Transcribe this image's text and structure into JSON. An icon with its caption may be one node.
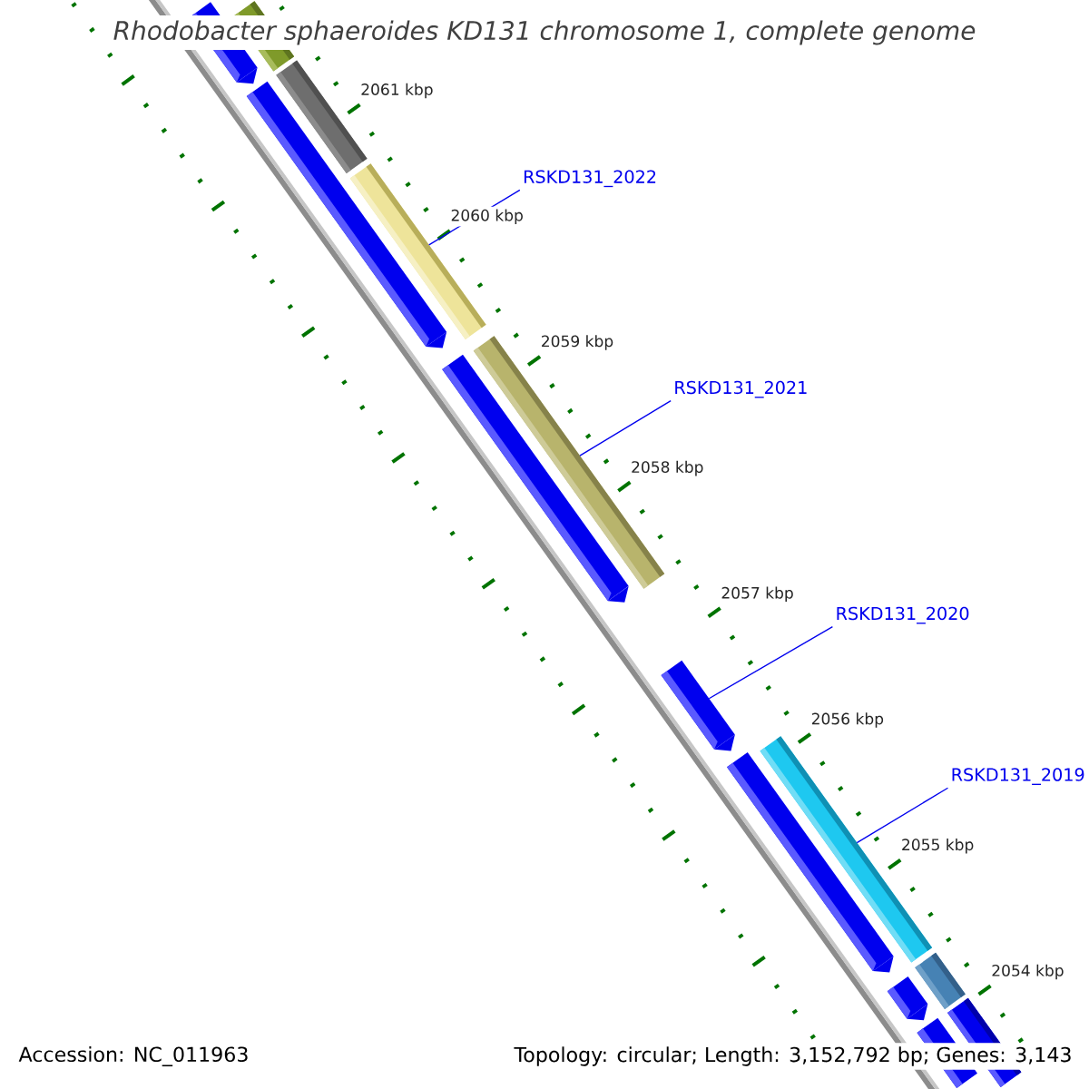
{
  "diagram": {
    "title": "*Rhodobacter sphaeroides* KD131 chromosome 1, complete genome",
    "nodes": [
      {
        "text": [
          "RSKD131_2022"
        ]
      },
      {
        "text": [],
        "shape": "bar"
      },
      {
        "text": [
          "RSKD131_2021"
        ]
      },
      {
        "text": [],
        "shape": "bar"
      },
      {
        "text": [
          "RSKD131_2020"
        ]
      },
      {
        "text": [],
        "shape": "arrow"
      },
      {
        "text": [
          "RSKD131_2019"
        ]
      },
      {
        "text": [],
        "shape": "bar"
      },
      {
        "text": [],
        "shape": "bar"
      },
      {
        "text": [],
        "shape": "arrow"
      },
      {
        "text": [],
        "shape": "bar"
      },
      {
        "text": [],
        "shape": "arrow"
      },
      {
        "text": [],
        "shape": "arrow"
      },
      {
        "text": [],
        "shape": "arrow"
      },
      {
        "text": [],
        "shape": "arrow"
      },
      {
        "text": [],
        "shape": "bar"
      },
      {
        "text": [],
        "shape": "bar"
      },
      {
        "text": [],
        "shape": "bar"
      }
    ],
    "edges": [
      {
        "from": 0,
        "to": 1,
        "arrow": "none"
      },
      {
        "from": 2,
        "to": 3,
        "arrow": "none"
      },
      {
        "from": 4,
        "to": 5,
        "arrow": "none"
      },
      {
        "from": 6,
        "to": 7,
        "arrow": "none"
      }
    ],
    "labels": [
      "2061 kbp",
      "2060 kbp",
      "2059 kbp",
      "2058 kbp",
      "2057 kbp",
      "2056 kbp",
      "2055 kbp",
      "2054 kbp",
      "Accession: NC_011963",
      "Topology: circular; Length: 3,152,792 bp; Genes: 3,143"
    ]
  }
}
